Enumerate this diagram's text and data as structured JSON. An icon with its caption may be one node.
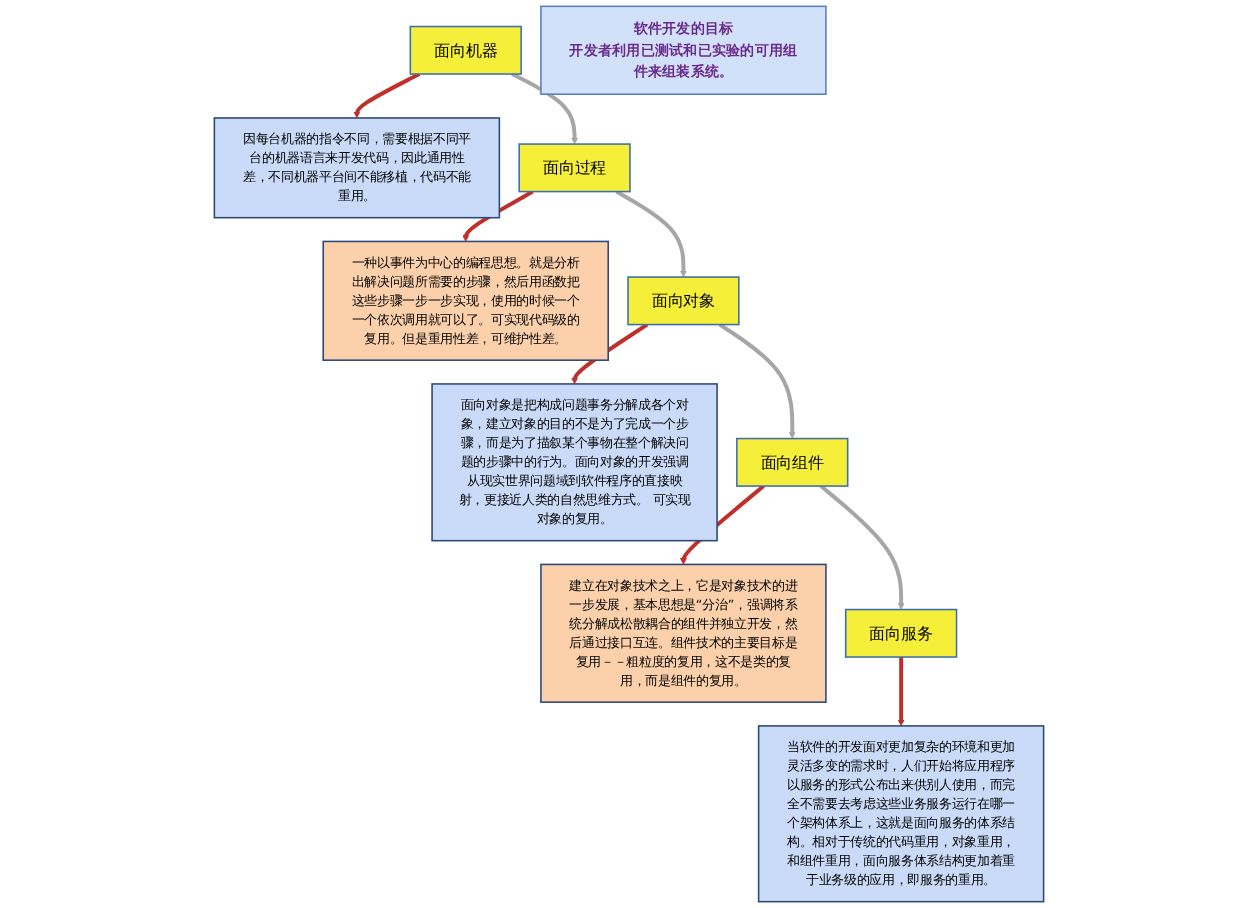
{
  "diagram": {
    "nodes": [
      {
        "text": [
          "面向机器"
        ]
      },
      {
        "text": [
          "因每台机器的指令不同，需要根据不同平台的机器语言来开发代码，因此通用性差，不同机器平台间不能移植，代码不能重用。"
        ]
      },
      {
        "text": [
          "面向过程"
        ]
      },
      {
        "text": [
          "一种以事件为中心的编程思想。就是分析出解决问题所需要的步骤，然后用函数把这些步骤一步一步实现，使用的时候一个一个依次调用就可以了。可实现代码级的复用。但是重用性差，可维护性差。"
        ]
      },
      {
        "text": [
          "面向对象"
        ]
      },
      {
        "text": [
          "面向对象是把构成问题事务分解成各个对象，建立对象的目的不是为了完成一个步骤，而是为了描叙某个事物在整个解决问题的步骤中的行为。面向对象的开发强调从现实世界问题域到软件程序的直接映射，更接近人类的自然思维方式。 可实现对象的复用。"
        ]
      },
      {
        "text": [
          "面向组件"
        ]
      },
      {
        "text": [
          "建立在对象技术之上，它是对象技术的进一步发展，基本思想是“分治”，强调将系统分解成松散耦合的组件并独立开发，然后通过接口互连。组件技术的主要目标是复用－－粗粒度的复用，这不是类的复用，而是组件的复用。"
        ]
      },
      {
        "text": [
          "面向服务"
        ]
      },
      {
        "text": [
          "当软件的开发面对更加复杂的环境和更加灵活多变的需求时，人们开始将应用程序以服务的形式公布出来供别人使用，而完全不需要去考虑这些业务服务运行在哪一个架构体系上，这就是面向服务的体系结构。相对于传统的代码重用，对象重用，和组件重用，面向服务体系结构更加着重于业务级的应用，即服务的重用。"
        ]
      },
      {
        "text": [
          "软件开发的目标",
          "开发者利用已测试和已实验的可用组件来组装系统。"
        ]
      }
    ],
    "edges": [
      {
        "from": 0,
        "to": 1,
        "arrow": "to"
      },
      {
        "from": 0,
        "to": 2,
        "arrow": "to",
        "color": "#a6a6a6"
      },
      {
        "from": 2,
        "to": 3,
        "arrow": "to"
      },
      {
        "from": 2,
        "to": 4,
        "arrow": "to",
        "color": "#a6a6a6"
      },
      {
        "from": 4,
        "to": 5,
        "arrow": "to"
      },
      {
        "from": 4,
        "to": 6,
        "arrow": "to",
        "color": "#a6a6a6"
      },
      {
        "from": 6,
        "to": 7,
        "arrow": "to"
      },
      {
        "from": 6,
        "to": 8,
        "arrow": "to",
        "color": "#a6a6a6"
      },
      {
        "from": 8,
        "to": 9,
        "arrow": "to"
      }
    ]
  }
}
